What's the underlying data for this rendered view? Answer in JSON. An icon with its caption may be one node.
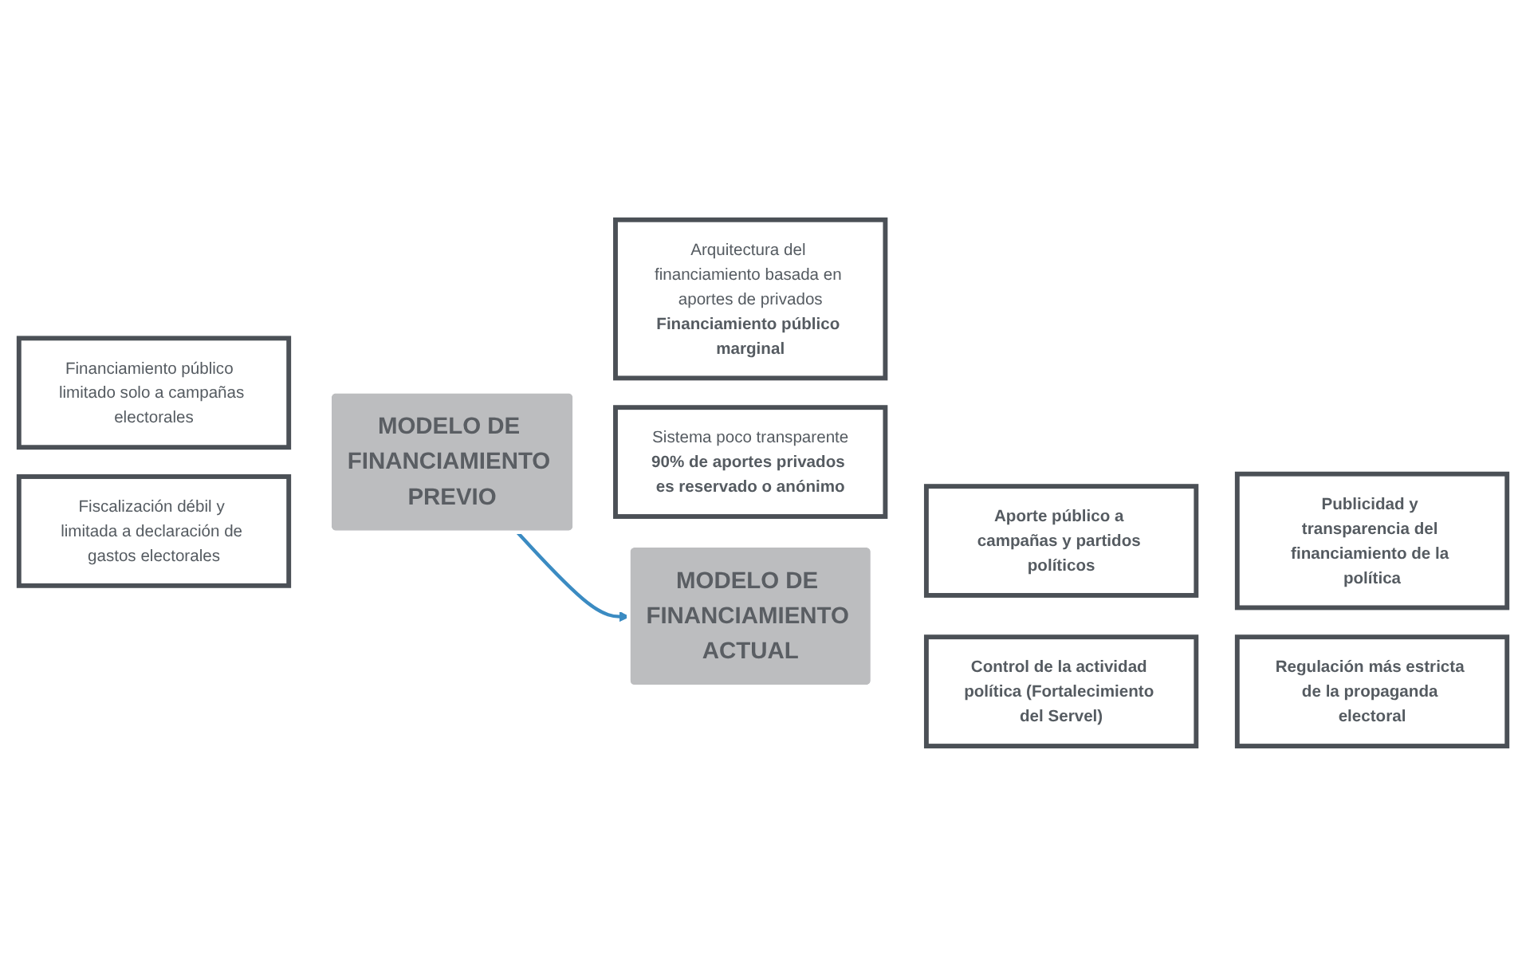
{
  "diagram": {
    "nodes": [
      {
        "text": [
          "Financiamiento público  limitado solo a campañas electorales"
        ]
      },
      {
        "text": [
          "Arquitectura del financiamiento basada en aportes de privados",
          "Financiamiento público marginal"
        ]
      },
      {
        "text": [
          "MODELO DE FINANCIAMIENTO PREVIO"
        ]
      },
      {
        "text": [
          "Fiscalización débil y limitada a declaración de gastos electorales"
        ]
      },
      {
        "text": [
          "Sistema poco transparente",
          "90% de aportes privados es reservado o anónimo"
        ]
      },
      {
        "text": [
          "Aporte público a campañas y partidos políticos"
        ]
      },
      {
        "text": [
          "Publicidad y transparencia del financiamiento de la política"
        ]
      },
      {
        "text": [
          "MODELO DE FINANCIAMIENTO ACTUAL"
        ]
      },
      {
        "text": [
          "Control de la actividad política (Fortalecimiento del Servel)"
        ]
      },
      {
        "text": [
          "Regulación más estricta de la propaganda electoral"
        ]
      }
    ],
    "edges": [
      {
        "from": 2,
        "to": 7,
        "arrow": "to"
      }
    ]
  }
}
